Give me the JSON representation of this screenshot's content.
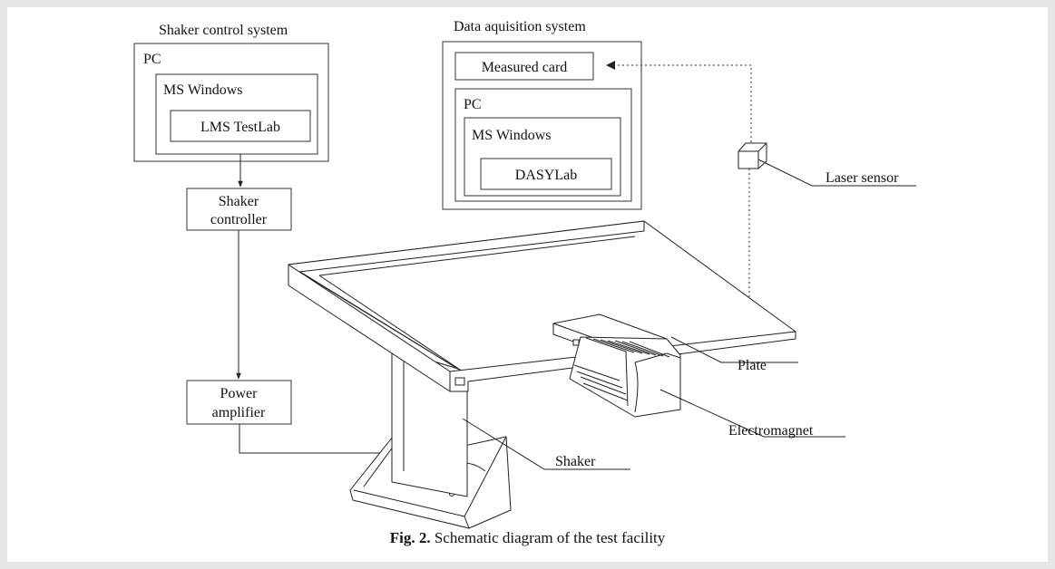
{
  "figure": {
    "caption_label": "Fig. 2.",
    "caption_text": "Schematic diagram of the test facility"
  },
  "shaker_control": {
    "title": "Shaker control system",
    "pc": "PC",
    "os": "MS Windows",
    "software": "LMS TestLab"
  },
  "controller": {
    "line1": "Shaker",
    "line2": "controller"
  },
  "amplifier": {
    "line1": "Power",
    "line2": "amplifier"
  },
  "daq": {
    "title": "Data aquisition system",
    "card": "Measured card",
    "pc": "PC",
    "os": "MS Windows",
    "software": "DASYLab"
  },
  "labels": {
    "laser": "Laser sensor",
    "plate": "Plate",
    "electromagnet": "Electromagnet",
    "shaker": "Shaker"
  }
}
